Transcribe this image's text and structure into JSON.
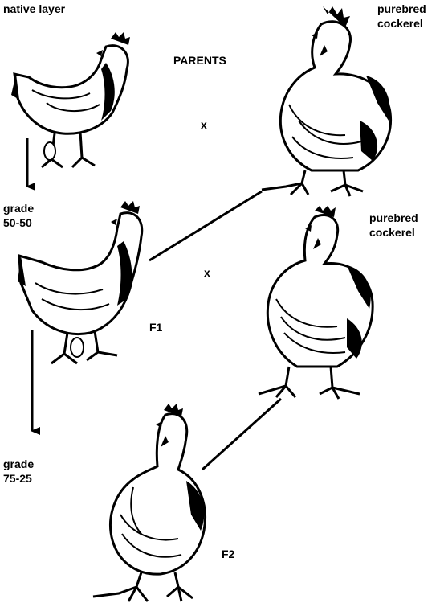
{
  "labels": {
    "native_layer": "native layer",
    "parents": "PARENTS",
    "cross_1": "x",
    "cross_2": "x",
    "purebred_1": [
      "purebred",
      "cockerel"
    ],
    "purebred_2": [
      "purebred",
      "cockerel"
    ],
    "grade_1": [
      "grade",
      "50-50"
    ],
    "grade_2": [
      "grade",
      "75-25"
    ],
    "f1": "F1",
    "f2": "F2"
  },
  "colors": {
    "ink": "#000000",
    "paper": "#ffffff"
  },
  "figures": [
    {
      "name": "native-layer-hen-illustration"
    },
    {
      "name": "purebred-cockerel-illustration"
    },
    {
      "name": "purebred-cockerel-illustration"
    },
    {
      "name": "grade-50-50-hen-illustration"
    },
    {
      "name": "grade-75-25-hen-illustration"
    }
  ]
}
